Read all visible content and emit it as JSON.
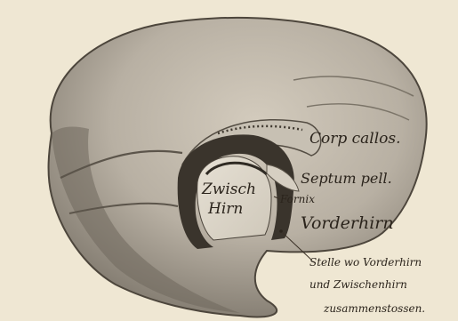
{
  "figure": {
    "paper_color": "#efe7d3",
    "ink_color": "#2b241c",
    "labels": {
      "corpus_callosum": "Corp callos.",
      "septum": "Septum pell.",
      "zwischenhirn_line1": "Zwisch",
      "zwischenhirn_line2": "Hirn",
      "fornix": "Fornix",
      "vorderhirn": "Vorderhirn",
      "note_line1": "Stelle wo Vorderhirn",
      "note_line2": "und Zwischenhirn",
      "note_line3": "zusammenstossen."
    }
  }
}
